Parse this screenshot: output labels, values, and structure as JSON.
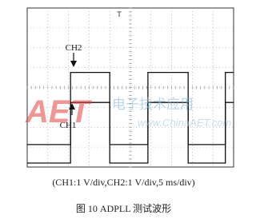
{
  "chart_data": {
    "type": "line",
    "title": "",
    "grid": true,
    "x_divisions": 10,
    "y_divisions": 8,
    "series": [
      {
        "name": "CH2",
        "color": "#111111",
        "x": [
          0,
          2.1,
          2.1,
          4.0,
          4.0,
          5.85,
          5.85,
          7.8,
          7.8,
          9.6,
          9.6,
          10
        ],
        "y": [
          1.13,
          1.13,
          4.76,
          4.76,
          1.13,
          1.13,
          4.76,
          4.76,
          1.13,
          1.13,
          4.76,
          4.76
        ]
      },
      {
        "name": "CH1",
        "color": "#111111",
        "x": [
          0,
          2.1,
          2.1,
          4.0,
          4.0,
          5.85,
          5.85,
          7.8,
          7.8,
          9.6,
          9.6,
          10
        ],
        "y": [
          0.2,
          0.2,
          3.25,
          3.25,
          0.2,
          0.2,
          3.25,
          3.25,
          0.2,
          0.2,
          3.25,
          3.25
        ]
      }
    ],
    "annotations": [
      {
        "text": "CH2",
        "points_to": "CH2"
      },
      {
        "text": "CH1",
        "points_to": "CH1"
      }
    ],
    "trigger_marker": "T"
  },
  "caption": {
    "scale": "(CH1:1 V/div,CH2:1 V/div,5 ms/div)",
    "figure": "图 10   ADPLL 测试波形"
  },
  "watermark": {
    "logo": "AET",
    "slogan": "电子技术应用",
    "url": "www.ChinaAET.com"
  }
}
